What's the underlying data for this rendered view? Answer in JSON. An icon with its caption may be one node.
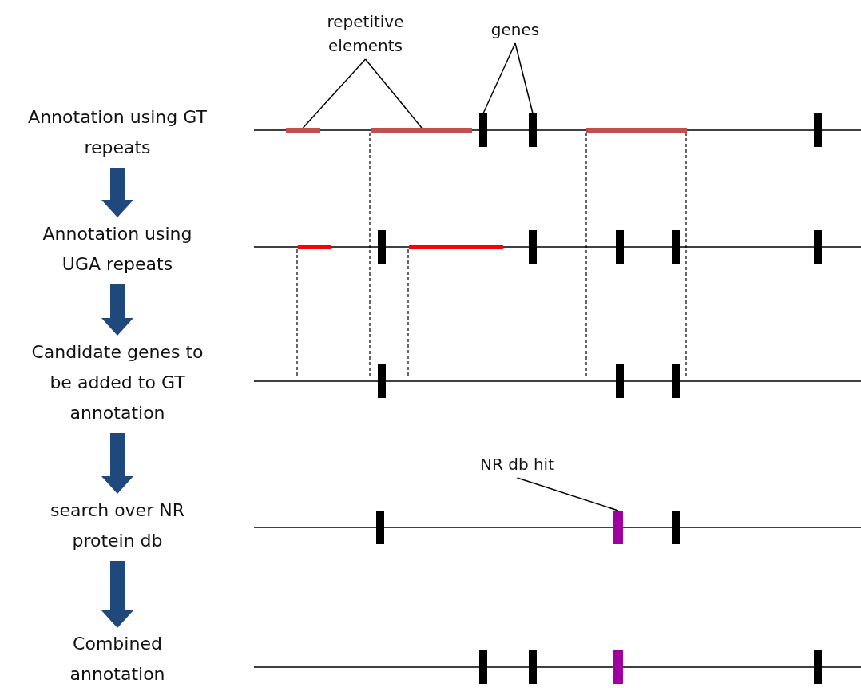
{
  "diagram": {
    "nodes": [
      {
        "text": [
          "Annotation using GT repeats"
        ]
      },
      {
        "text": [
          "Annotation using UGA repeats"
        ]
      },
      {
        "text": [
          "Candidate genes to be added to GT annotation"
        ]
      },
      {
        "text": [
          "search over NR protein db"
        ]
      },
      {
        "text": [
          "Combined annotation"
        ]
      },
      {
        "text": [
          "repetitive elements"
        ]
      },
      {
        "text": [
          "genes"
        ]
      },
      {
        "text": [
          "NR db hit"
        ]
      },
      {
        "text": [],
        "shape": "bar"
      },
      {
        "text": [],
        "shape": "bar"
      },
      {
        "text": [],
        "shape": "bar"
      },
      {
        "text": [],
        "shape": "bar"
      },
      {
        "text": [],
        "shape": "bar"
      },
      {
        "text": [],
        "shape": "bar"
      },
      {
        "text": [],
        "shape": "bar"
      },
      {
        "text": [],
        "shape": "bar"
      },
      {
        "text": [],
        "shape": "bar"
      },
      {
        "text": [],
        "shape": "bar"
      },
      {
        "text": [],
        "shape": "bar"
      },
      {
        "text": [],
        "shape": "bar"
      },
      {
        "text": [],
        "shape": "bar"
      },
      {
        "text": [],
        "shape": "bar"
      },
      {
        "text": [],
        "shape": "bar"
      },
      {
        "text": [],
        "shape": "bar"
      },
      {
        "text": [],
        "shape": "bar"
      },
      {
        "text": [],
        "shape": "bar"
      },
      {
        "text": [],
        "shape": "bar"
      },
      {
        "text": [],
        "shape": "bar"
      },
      {
        "text": [],
        "shape": "bar"
      },
      {
        "text": [],
        "shape": "bar"
      },
      {
        "text": [],
        "shape": "bar"
      }
    ],
    "edges": [
      {
        "from": 0,
        "to": 1,
        "arrow": "to",
        "style": "thick",
        "color": "#1f497d"
      },
      {
        "from": 1,
        "to": 2,
        "arrow": "to",
        "style": "thick",
        "color": "#1f497d"
      },
      {
        "from": 2,
        "to": 3,
        "arrow": "to",
        "style": "thick",
        "color": "#1f497d"
      },
      {
        "from": 3,
        "to": 4,
        "arrow": "to",
        "style": "thick",
        "color": "#1f497d"
      },
      {
        "from": 5,
        "to": 8,
        "arrow": "none"
      },
      {
        "from": 5,
        "to": 9,
        "arrow": "none"
      },
      {
        "from": 6,
        "to": 10,
        "arrow": "none"
      },
      {
        "from": 6,
        "to": 11,
        "arrow": "none"
      },
      {
        "from": 7,
        "to": 25,
        "arrow": "none"
      }
    ]
  }
}
